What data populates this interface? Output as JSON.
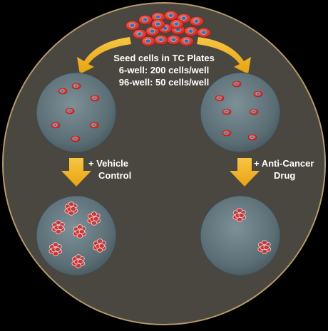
{
  "seed_label": {
    "line1": "Seed cells in TC Plates",
    "line2": "6-well: 200 cells/well",
    "line3": "96-well: 50 cells/well"
  },
  "left_branch": {
    "treatment_line1": "+ Vehicle",
    "treatment_line2": "Control"
  },
  "right_branch": {
    "treatment_line1": "+ Anti-Cancer",
    "treatment_line2": "Drug"
  },
  "colors": {
    "background": "#000000",
    "outer_disc": "#4a4740",
    "outer_disc_border": "#b59a6a",
    "plate_fill": "#5d7077",
    "cell_red": "#e0322b",
    "cell_nucleus": "#3b6fa8",
    "arrow_fill": "#f2b320",
    "text": "#ffffff"
  }
}
